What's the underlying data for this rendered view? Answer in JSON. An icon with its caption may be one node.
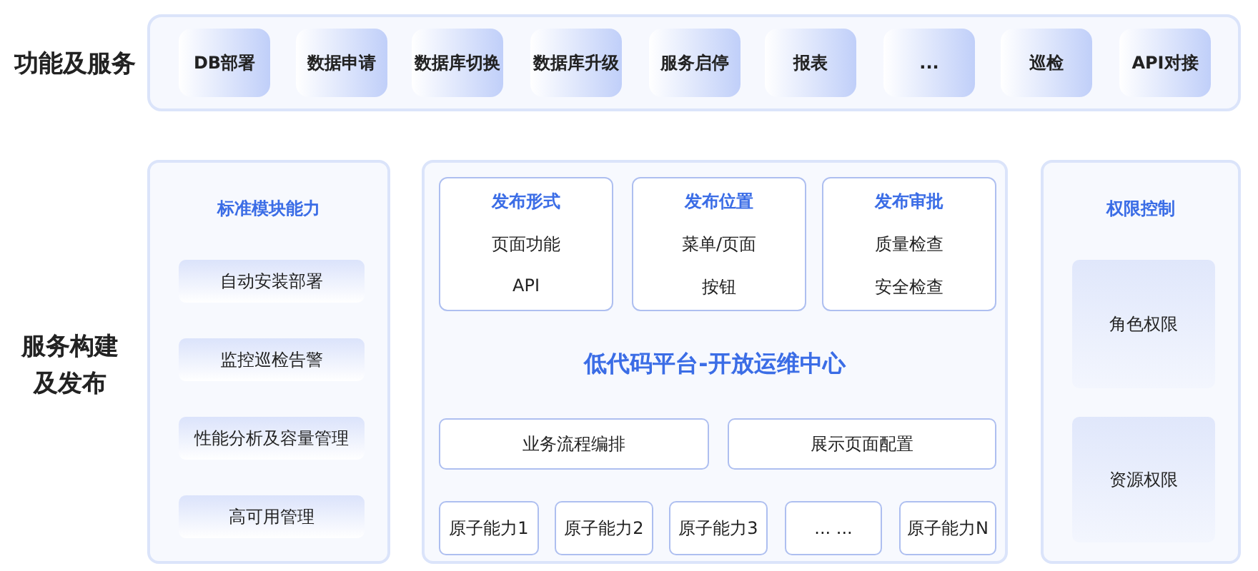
{
  "diagram": {
    "nodes": [
      {
        "text": [
          "功能及服务"
        ]
      },
      {
        "text": [
          "DB部署"
        ],
        "in": 0
      },
      {
        "text": [
          "数据申请"
        ],
        "in": 0
      },
      {
        "text": [
          "数据库切换"
        ],
        "in": 0
      },
      {
        "text": [
          "数据库升级"
        ],
        "in": 0
      },
      {
        "text": [
          "服务启停"
        ],
        "in": 0
      },
      {
        "text": [
          "报表"
        ],
        "in": 0
      },
      {
        "text": [
          "..."
        ],
        "in": 0
      },
      {
        "text": [
          "巡检"
        ],
        "in": 0
      },
      {
        "text": [
          "API对接"
        ],
        "in": 0
      },
      {
        "text": [
          "标准模块能力"
        ]
      },
      {
        "text": [
          "自动安装部署"
        ],
        "in": 10
      },
      {
        "text": [
          "监控巡检告警"
        ],
        "in": 10
      },
      {
        "text": [
          "性能分析及容量管理"
        ],
        "in": 10
      },
      {
        "text": [
          "高可用管理"
        ],
        "in": 10
      },
      {
        "text": [
          "低代码平台-开放运维中心"
        ]
      },
      {
        "text": [
          "发布形式",
          "页面功能",
          "API"
        ],
        "in": 15
      },
      {
        "text": [
          "发布位置",
          "菜单/页面",
          "按钮"
        ],
        "in": 15
      },
      {
        "text": [
          "发布审批",
          "质量检查",
          "安全检查"
        ],
        "in": 15
      },
      {
        "text": [
          "业务流程编排"
        ],
        "in": 15
      },
      {
        "text": [
          "展示页面配置"
        ],
        "in": 15
      },
      {
        "text": [
          "原子能力1"
        ],
        "in": 15
      },
      {
        "text": [
          "原子能力2"
        ],
        "in": 15
      },
      {
        "text": [
          "原子能力3"
        ],
        "in": 15
      },
      {
        "text": [
          "... ..."
        ],
        "in": 15
      },
      {
        "text": [
          "原子能力N"
        ],
        "in": 15
      },
      {
        "text": [
          "权限控制"
        ]
      },
      {
        "text": [
          "角色权限"
        ],
        "in": 26
      },
      {
        "text": [
          "资源权限"
        ],
        "in": 26
      }
    ],
    "labels": [
      "服务构建及发布"
    ]
  }
}
